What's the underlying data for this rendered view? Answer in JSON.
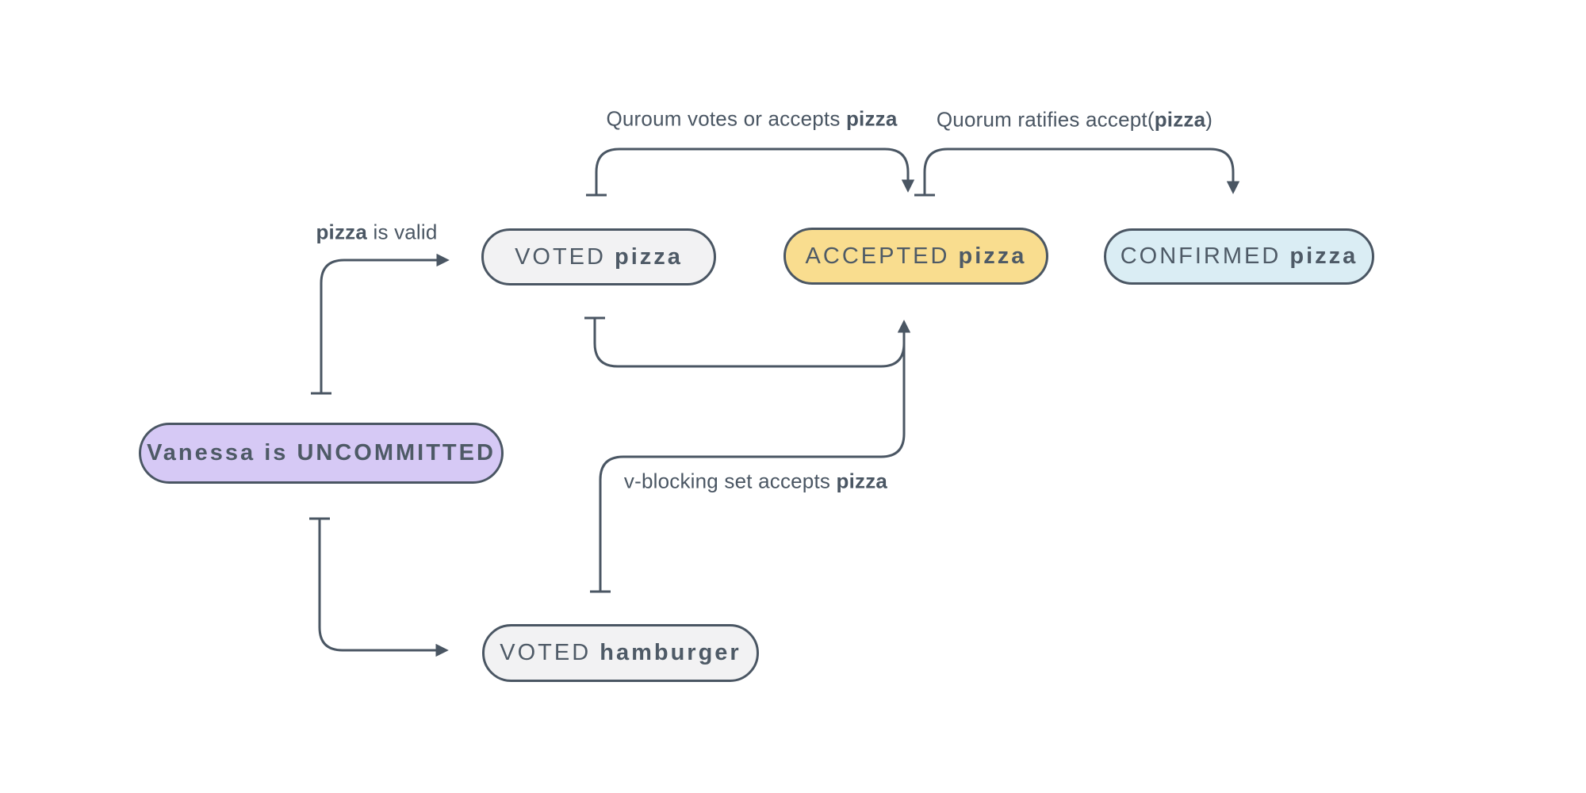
{
  "colors": {
    "stroke": "#4a5663",
    "text": "#4a5663",
    "node_fill_gray": "#f2f2f3",
    "node_fill_yellow": "#f9dd8f",
    "node_fill_blue": "#daedf4",
    "node_fill_purple": "#d6c9f5"
  },
  "nodes": {
    "uncommitted": {
      "label_prefix": "",
      "label_bold": "Vanessa is UNCOMMITTED",
      "fill": "#d6c9f5"
    },
    "voted_pizza": {
      "label_prefix": "VOTED ",
      "label_bold": "pizza",
      "fill": "#f2f2f3"
    },
    "accepted_pizza": {
      "label_prefix": "ACCEPTED ",
      "label_bold": "pizza",
      "fill": "#f9dd8f"
    },
    "confirmed_pizza": {
      "label_prefix": "CONFIRMED ",
      "label_bold": "pizza",
      "fill": "#daedf4"
    },
    "voted_hamburger": {
      "label_prefix": "VOTED ",
      "label_bold": "hamburger",
      "fill": "#f2f2f3"
    }
  },
  "edges": {
    "pizza_valid": {
      "from": "uncommitted",
      "to": "voted_pizza",
      "label_prefix": "",
      "label_bold": "pizza",
      "label_suffix": " is valid"
    },
    "quorum_votes": {
      "from": "voted_pizza",
      "to": "accepted_pizza",
      "label_prefix": "Quroum votes or accepts ",
      "label_bold": "pizza",
      "label_suffix": ""
    },
    "quorum_ratifies": {
      "from": "accepted_pizza",
      "to": "confirmed_pizza",
      "label_prefix": "Quorum ratifies accept(",
      "label_bold": "pizza",
      "label_suffix": ")"
    },
    "voted_to_accepted": {
      "from": "voted_pizza",
      "to": "accepted_pizza",
      "label_prefix": "",
      "label_bold": "",
      "label_suffix": ""
    },
    "v_blocking": {
      "from": "voted_hamburger",
      "to": "accepted_pizza",
      "label_prefix": "v-blocking set accepts ",
      "label_bold": "pizza",
      "label_suffix": ""
    },
    "uncommitted_to_hamburger": {
      "from": "uncommitted",
      "to": "voted_hamburger",
      "label_prefix": "",
      "label_bold": "",
      "label_suffix": ""
    }
  }
}
